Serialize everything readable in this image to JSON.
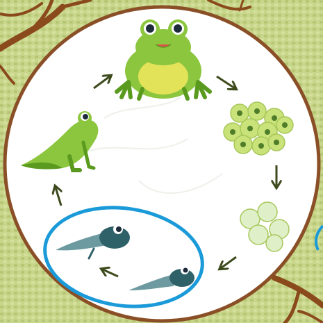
{
  "colors": {
    "background": "#c8d68c",
    "background_weave": "#b6c673",
    "branch": "#8a4a1c",
    "circle_border": "#8a4f26",
    "circle_fill": "#ffffff",
    "frog_green": "#8cc63f",
    "frog_dark": "#5a9a1e",
    "frog_belly": "#e3e35a",
    "egg_fill": "#c9e27a",
    "egg_core": "#4f7d2a",
    "tadpole": "#2f6168",
    "tadpole_light": "#6d9aa0",
    "highlight_ellipse": "#1a9ad8",
    "arrow": "#3d4a1c"
  },
  "stages": [
    {
      "name": "adult-frog",
      "icon": "sitting-frog-icon"
    },
    {
      "name": "frogspawn",
      "icon": "egg-cluster-icon"
    },
    {
      "name": "embryos",
      "icon": "developing-eggs-icon"
    },
    {
      "name": "tadpole",
      "icon": "tadpole-icon"
    },
    {
      "name": "tadpole-with-legs",
      "icon": "tadpole-with-legs-icon"
    },
    {
      "name": "froglet",
      "icon": "froglet-icon"
    }
  ],
  "highlighted_stage": "tadpole"
}
